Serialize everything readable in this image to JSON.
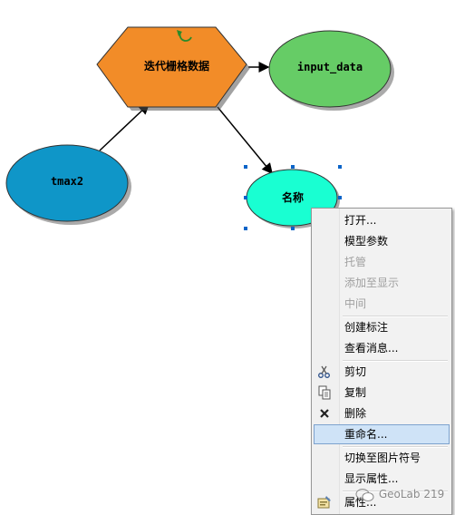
{
  "nodes": {
    "iterate": {
      "label": "迭代栅格数据",
      "color": "#f28c28"
    },
    "output": {
      "label": "input_data",
      "color": "#66cc66"
    },
    "input": {
      "label": "tmax2",
      "color": "#0f96c8"
    },
    "name": {
      "label": "名称",
      "color": "#19ffd2"
    }
  },
  "menu": {
    "items": [
      {
        "label": "打开...",
        "enabled": true
      },
      {
        "label": "模型参数",
        "enabled": true
      },
      {
        "label": "托管",
        "enabled": false
      },
      {
        "label": "添加至显示",
        "enabled": false
      },
      {
        "label": "中间",
        "enabled": false
      },
      {
        "label": "创建标注",
        "enabled": true
      },
      {
        "label": "查看消息...",
        "enabled": true
      },
      {
        "label": "剪切",
        "enabled": true,
        "icon": "scissors-icon"
      },
      {
        "label": "复制",
        "enabled": true,
        "icon": "copy-icon"
      },
      {
        "label": "删除",
        "enabled": true,
        "icon": "delete-icon"
      },
      {
        "label": "重命名...",
        "enabled": true,
        "highlighted": true
      },
      {
        "label": "切换至图片符号",
        "enabled": true
      },
      {
        "label": "显示属性...",
        "enabled": true
      },
      {
        "label": "属性...",
        "enabled": true,
        "icon": "properties-icon"
      }
    ]
  },
  "watermark": "GeoLab 219",
  "colors": {
    "highlight": "#cfe3f7",
    "selection_handle": "#0a64c8"
  }
}
